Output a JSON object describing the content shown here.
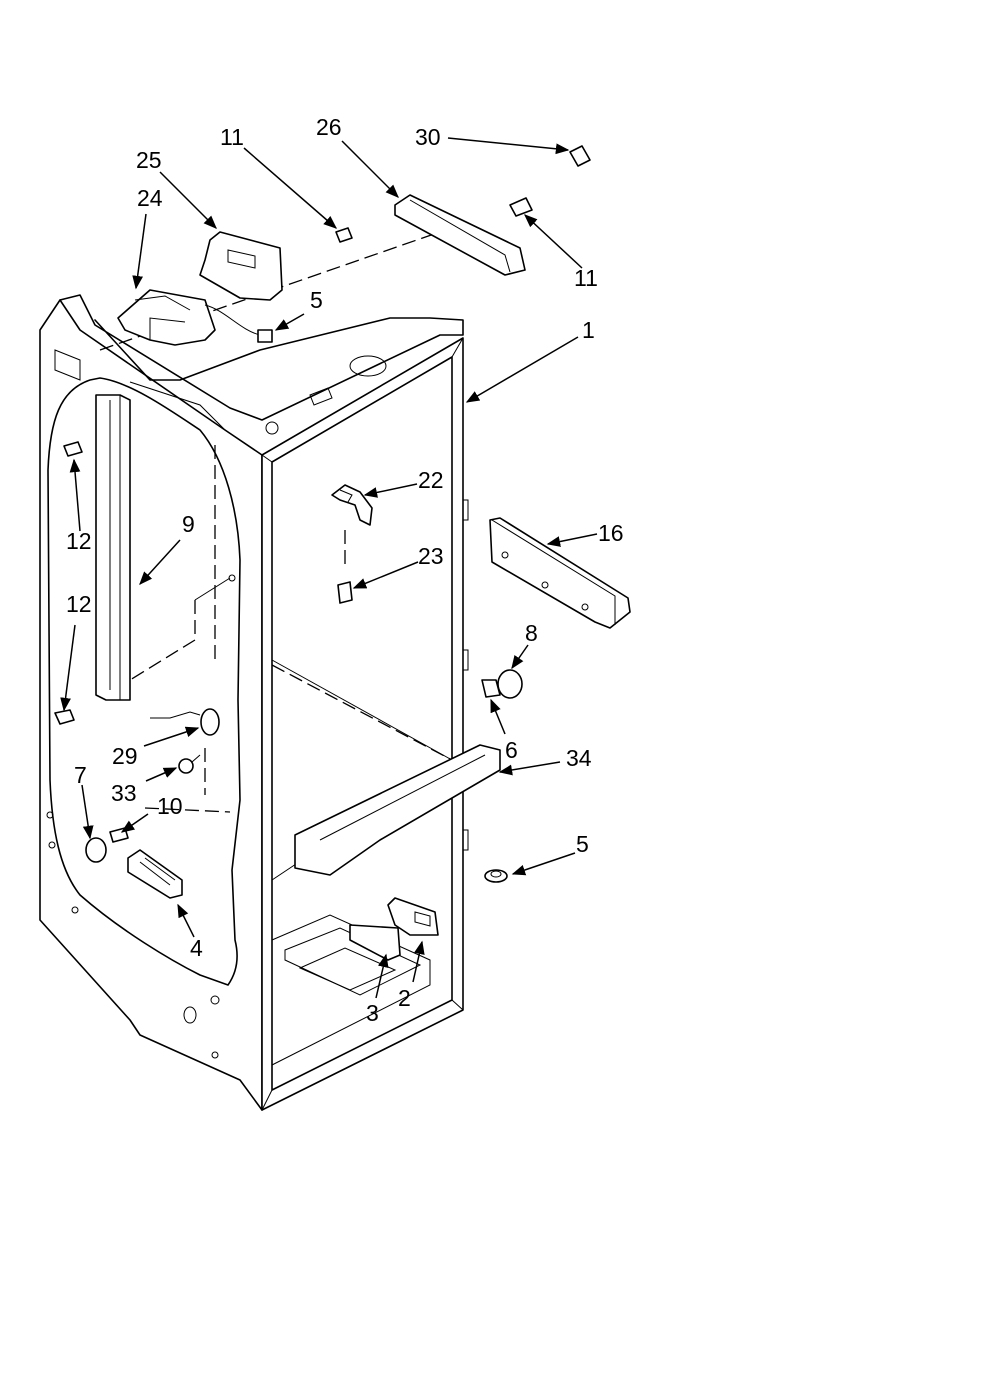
{
  "callouts": {
    "c1": "1",
    "c2": "2",
    "c3": "3",
    "c4": "4",
    "c5_top": "5",
    "c5_bottom": "5",
    "c6": "6",
    "c7": "7",
    "c8": "8",
    "c9": "9",
    "c10": "10",
    "c11_left": "11",
    "c11_right": "11",
    "c12_upper": "12",
    "c12_lower": "12",
    "c16": "16",
    "c22": "22",
    "c23": "23",
    "c24": "24",
    "c25": "25",
    "c26": "26",
    "c29": "29",
    "c30": "30",
    "c33": "33",
    "c34": "34"
  }
}
